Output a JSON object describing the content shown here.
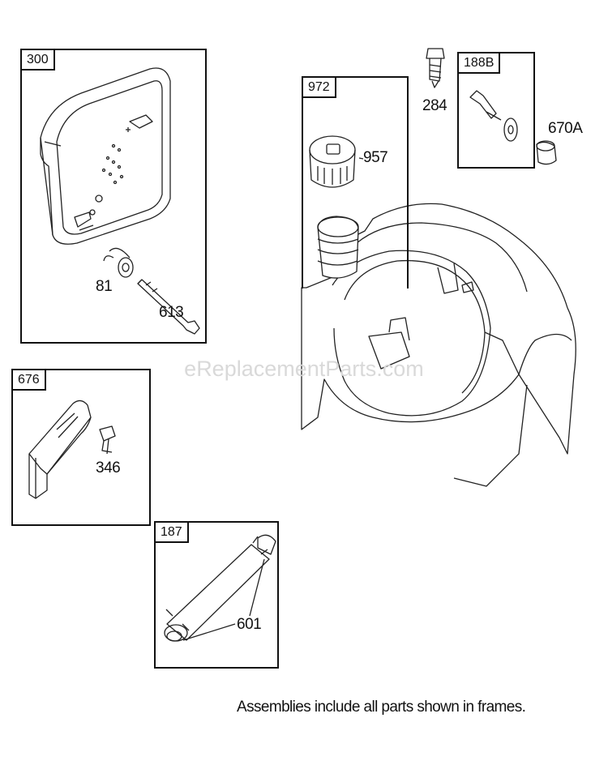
{
  "frames": [
    {
      "id": "300"
    },
    {
      "id": "972"
    },
    {
      "id": "188B"
    },
    {
      "id": "676"
    },
    {
      "id": "187"
    }
  ],
  "part_labels": {
    "p81": "81",
    "p613": "613",
    "p957": "957",
    "p284": "284",
    "p670A": "670A",
    "p346": "346",
    "p601": "601"
  },
  "watermark": "eReplacementParts.com",
  "footnote": "Assemblies include all parts shown in frames."
}
